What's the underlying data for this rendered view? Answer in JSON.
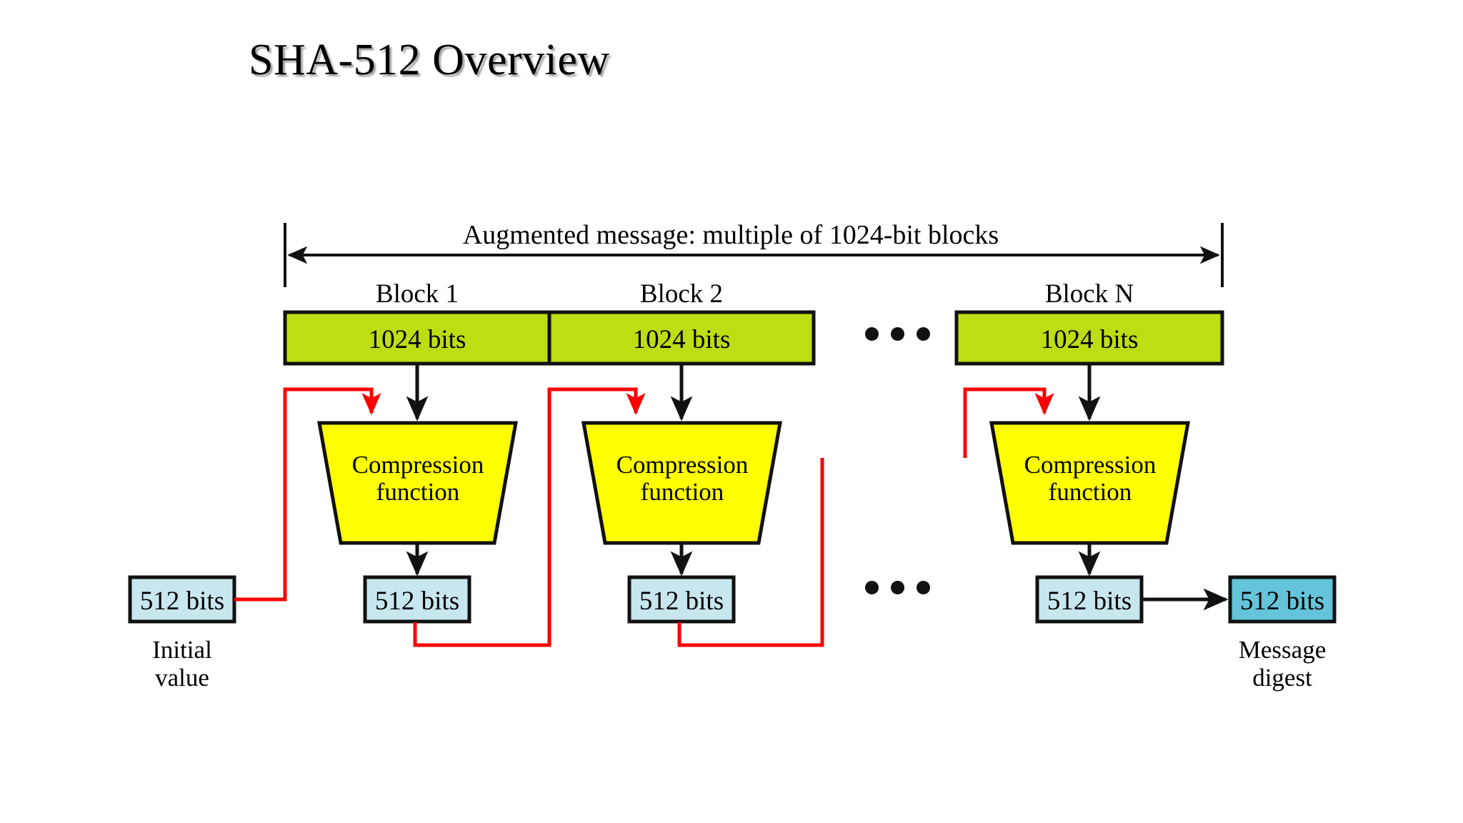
{
  "slide": {
    "title": "SHA-512 Overview",
    "background": "#ffffff"
  },
  "colors": {
    "block_green": "#bedd12",
    "compression_yellow": "#ffff00",
    "state_blue": "#c8e6ee",
    "digest_blue": "#63c4da",
    "feedback_red": "#fe0000",
    "stroke_black": "#111111",
    "text_black": "#000000"
  },
  "diagram": {
    "span": {
      "caption": "Augmented message: multiple of 1024-bit blocks",
      "arrow_style": "double-headed-with-end-caps"
    },
    "blocks": [
      {
        "name": "Block 1",
        "size_label": "1024 bits"
      },
      {
        "name": "Block 2",
        "size_label": "1024 bits"
      },
      {
        "name": "Block N",
        "size_label": "1024 bits"
      }
    ],
    "block_gap_ellipsis": "...",
    "compression": {
      "line1": "Compression",
      "line2": "function"
    },
    "compression_stages": [
      {
        "label_line1": "Compression",
        "label_line2": "function",
        "output": "512 bits"
      },
      {
        "label_line1": "Compression",
        "label_line2": "function",
        "output": "512 bits"
      },
      {
        "label_line1": "Compression",
        "label_line2": "function",
        "output": "512 bits"
      }
    ],
    "chain_ellipsis": "...",
    "initial": {
      "value_label": "512 bits",
      "caption_line1": "Initial",
      "caption_line2": "value"
    },
    "digest": {
      "value_label": "512 bits",
      "caption_line1": "Message",
      "caption_line2": "digest"
    }
  }
}
